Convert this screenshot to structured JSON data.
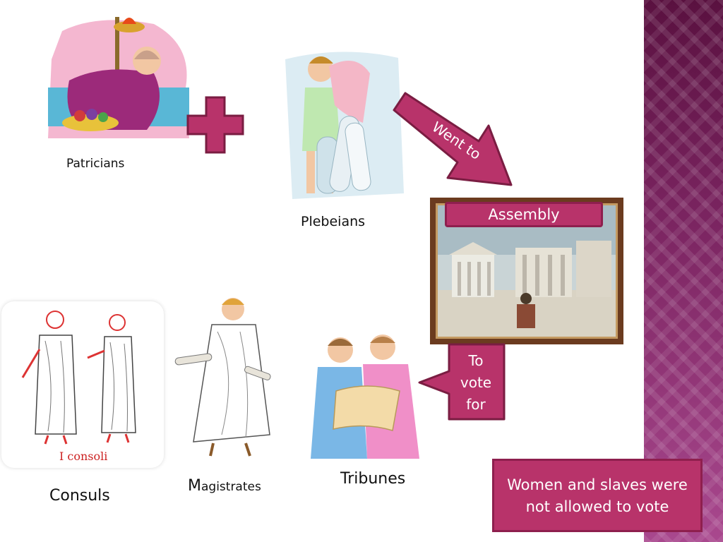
{
  "labels": {
    "patricians": "Patricians",
    "plebeians": "Plebeians",
    "consuls": "Consuls",
    "consuls_caption": "I consoli",
    "magistrates_initial": "M",
    "magistrates_rest": "agistrates",
    "tribunes": "Tribunes"
  },
  "arrow_went_to": "Went to",
  "assembly_title": "Assembly",
  "to_vote_for": [
    "To",
    "vote",
    "for"
  ],
  "note": {
    "line1": "Women and slaves were",
    "line2": "not allowed to vote"
  },
  "colors": {
    "accent": "#b8336a",
    "accent_border": "#8e1f4e",
    "frame": "#6b3b1f",
    "band_top": "#5a1140",
    "band_bottom": "#a9488e"
  },
  "icons": [
    "plus-icon",
    "arrow-right-down-icon",
    "arrow-left-icon"
  ]
}
